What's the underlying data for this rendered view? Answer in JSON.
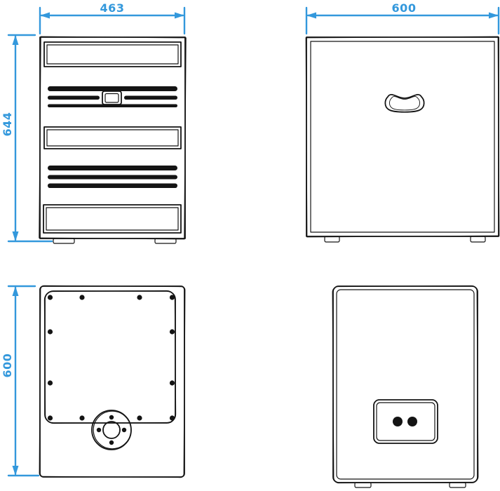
{
  "colors": {
    "line": "#141414",
    "dimension": "#3398dc",
    "background": "#ffffff"
  },
  "dimensions": {
    "front_width": "463",
    "front_height": "644",
    "side_width": "600",
    "bottom_height": "600"
  }
}
